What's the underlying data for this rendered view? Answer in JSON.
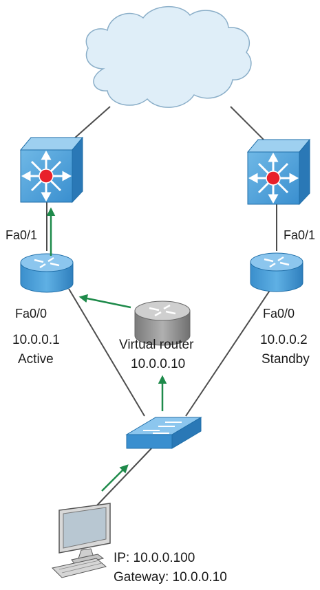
{
  "labels": {
    "left_router_port_up": "Fa0/1",
    "right_router_port_up": "Fa0/1",
    "left_router_port_down": "Fa0/0",
    "right_router_port_down": "Fa0/0",
    "left_router_ip": "10.0.0.1",
    "left_router_role": "Active",
    "right_router_ip": "10.0.0.2",
    "right_router_role": "Standby",
    "virtual_router_name": "Virtual router",
    "virtual_router_ip": "10.0.0.10",
    "pc_ip": "IP: 10.0.0.100",
    "pc_gateway": "Gateway: 10.0.0.10"
  },
  "colors": {
    "device_blue": "#4a9fd8",
    "device_blue_dark": "#1f6ea8",
    "virtual_gray": "#9a9a9a",
    "arrow_green": "#1e8a4a",
    "cable": "#4d4d4d",
    "cloud_fill": "#dfeef8",
    "cloud_stroke": "#8aaec8",
    "red_hub": "#e8202a"
  },
  "icons": {
    "cloud": "cloud-icon",
    "multilayer_switch": "multilayer-switch-icon",
    "router": "router-icon",
    "virtual_router": "virtual-router-icon",
    "switch": "workgroup-switch-icon",
    "pc": "desktop-pc-icon"
  }
}
